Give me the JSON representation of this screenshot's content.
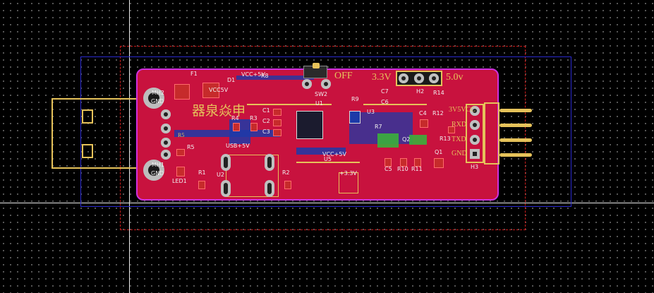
{
  "silk": {
    "f1": "F1",
    "d1": "D1",
    "vcc5v_top": "VCC5V",
    "vcc_plus5v": "VCC+5V",
    "r8": "R8",
    "sw2": "SW2",
    "off": "OFF",
    "h2": "H2",
    "r14": "R14",
    "u1": "U1",
    "u3": "U3",
    "c7": "C7",
    "c6": "C6",
    "r9": "R9",
    "r7": "R7",
    "c4": "C4",
    "r12": "R12",
    "c1": "C1",
    "c2": "C2",
    "c3": "C3",
    "r3": "R3",
    "r4": "R4",
    "r5": "R5",
    "r1": "R1",
    "r2": "R2",
    "led1": "LED1",
    "usb5v": "USB+5V",
    "u2": "U2",
    "vcc5v_mid": "VCC+5V",
    "u5": "U5",
    "v33": "+3.3V",
    "c5": "C5",
    "r10": "R10",
    "r11": "R11",
    "r13": "R13",
    "q1": "Q1",
    "q2": "Q2",
    "h3": "H3",
    "mh2_top": "MH2",
    "gnd_top": "GND",
    "mh_bottom": "MH1",
    "gnd_bottom": "GND",
    "h3_vcc": "3V5VCC",
    "h3_rxd": "RXD",
    "h3_txd": "TXD",
    "h3_gnd": "GND"
  },
  "gold": {
    "v33_label": "3.3V",
    "v50_label": "5.0v",
    "chinese_text": "器泉焱申",
    "r5_side": "R5"
  },
  "colors": {
    "background": "#000000",
    "board": "#c8123e",
    "board_outline": "#d030e0",
    "keepout": "#cc1a1a",
    "bounding": "#2a2ad0",
    "silkscreen": "#f0f0f0",
    "overlay": "#e6c25a"
  }
}
